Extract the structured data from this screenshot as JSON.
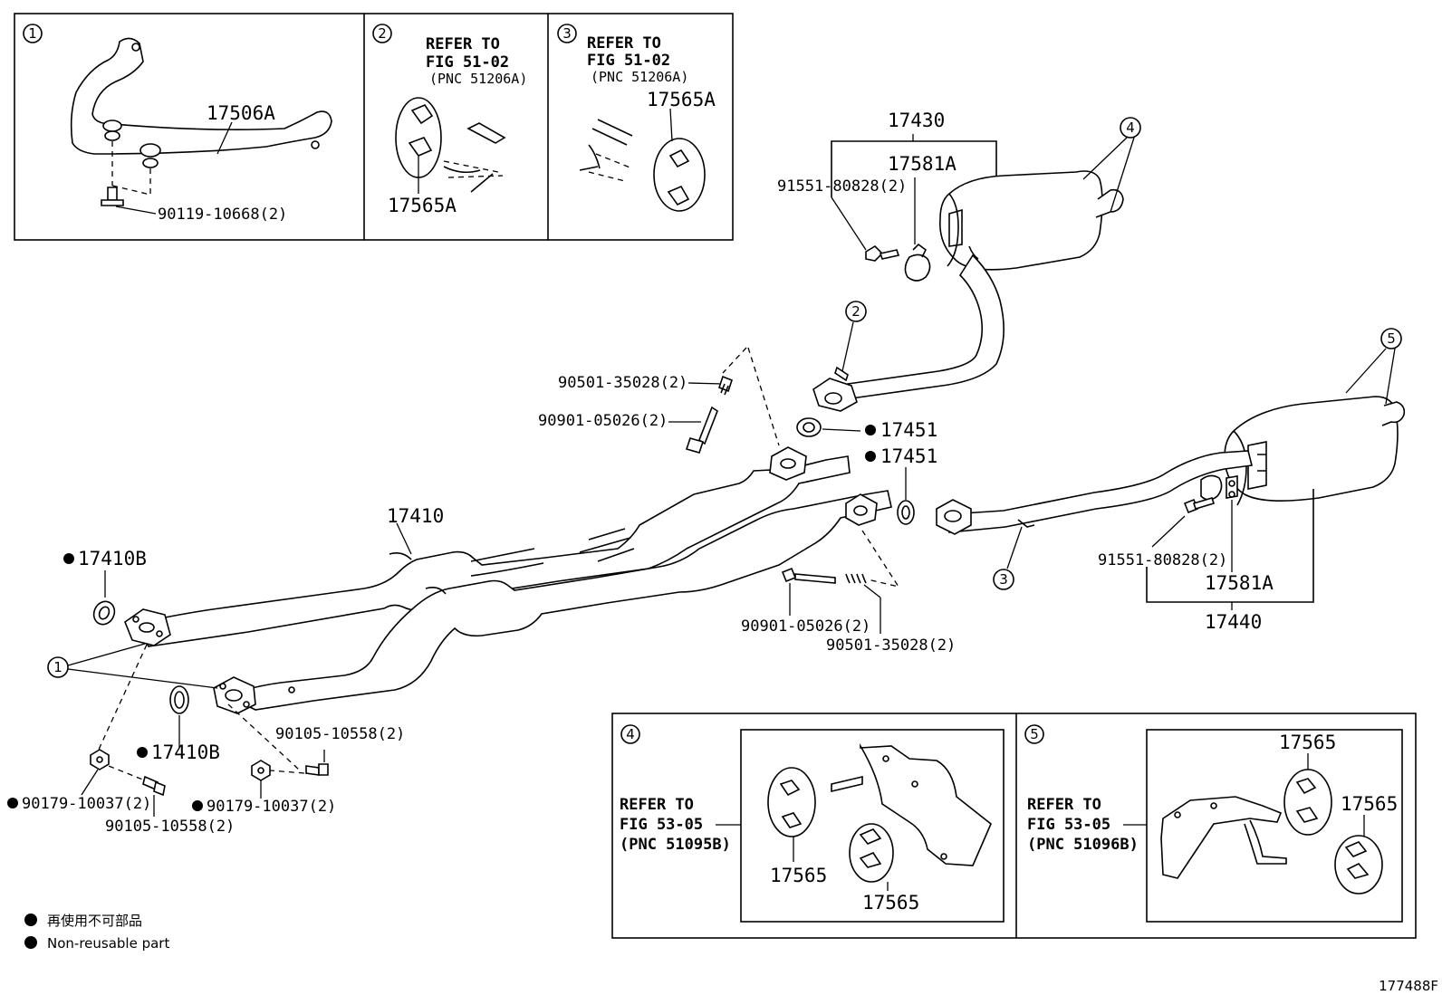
{
  "insets": {
    "inset1": {
      "callout": "1",
      "part_main": "17506A",
      "part_bolt": "90119-10668(2)"
    },
    "inset2": {
      "callout": "2",
      "refer": "REFER TO",
      "fig": "FIG 51-02",
      "pnc": "(PNC 51206A)",
      "part": "17565A"
    },
    "inset3": {
      "callout": "3",
      "refer": "REFER TO",
      "fig": "FIG 51-02",
      "pnc": "(PNC 51206A)",
      "part": "17565A"
    },
    "inset4": {
      "callout": "4",
      "refer": "REFER TO",
      "fig": "FIG 53-05",
      "pnc": "(PNC 51095B)",
      "part_a": "17565",
      "part_b": "17565"
    },
    "inset5": {
      "callout": "5",
      "refer": "REFER TO",
      "fig": "FIG 53-05",
      "pnc": "(PNC 51096B)",
      "part_a": "17565",
      "part_b": "17565"
    }
  },
  "labels": {
    "p17430": "17430",
    "p17581A_top": "17581A",
    "p91551_top": "91551-80828(2)",
    "p90501_top": "90501-35028(2)",
    "p90901_top": "90901-05026(2)",
    "p17451_a": "17451",
    "p17451_b": "17451",
    "p17410": "17410",
    "p17410B_a": "17410B",
    "p17410B_b": "17410B",
    "p90901_bot": "90901-05026(2)",
    "p90501_bot": "90501-35028(2)",
    "p91551_bot": "91551-80828(2)",
    "p17581A_bot": "17581A",
    "p17440": "17440",
    "p90105_a": "90105-10558(2)",
    "p90105_b": "90105-10558(2)",
    "p90179_a": "90179-10037(2)",
    "p90179_b": "90179-10037(2)"
  },
  "callouts": {
    "c1": "1",
    "c2": "2",
    "c3": "3",
    "c4": "4",
    "c5": "5"
  },
  "legend": {
    "line_jp": "再使用不可部品",
    "line_en": "Non-reusable part"
  },
  "figure_id": "177488F"
}
